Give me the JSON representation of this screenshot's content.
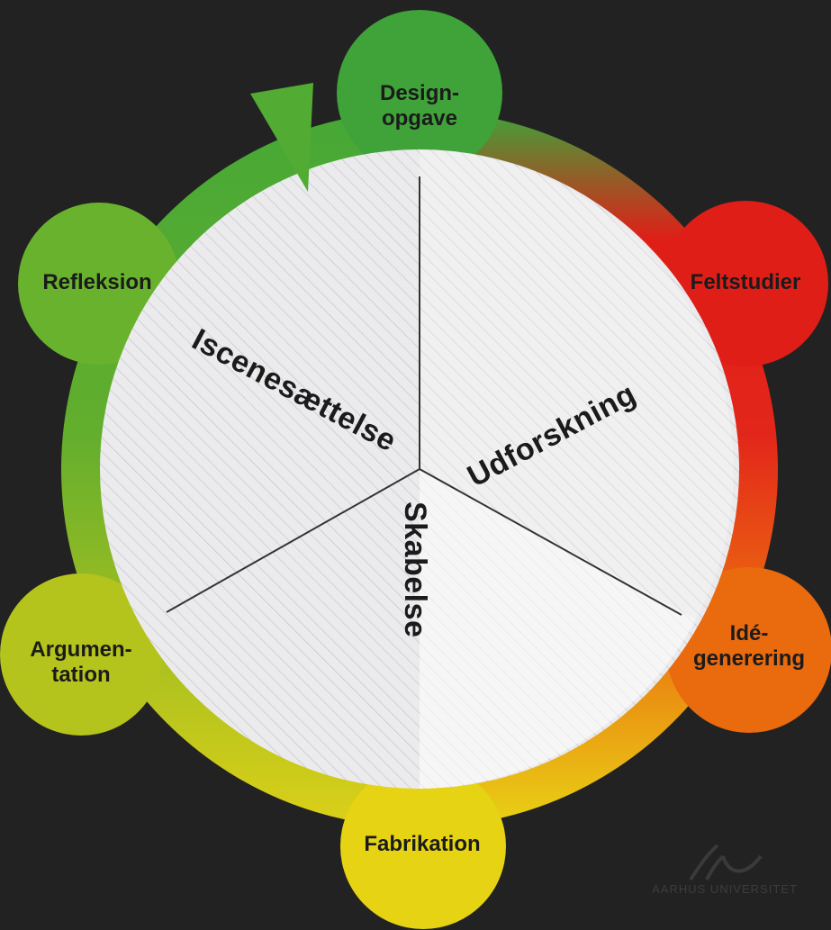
{
  "phases": [
    {
      "lines": [
        "Design-",
        "opgave"
      ],
      "color": "#3fa33a"
    },
    {
      "lines": [
        "Feltstudier"
      ],
      "color": "#e01e18"
    },
    {
      "lines": [
        "Idé-",
        "generering"
      ],
      "color": "#ea6a0e"
    },
    {
      "lines": [
        "Fabrikation"
      ],
      "color": "#e6d414"
    },
    {
      "lines": [
        "Argumen-",
        "tation"
      ],
      "color": "#b5c41c"
    },
    {
      "lines": [
        "Refleksion"
      ],
      "color": "#69b22e"
    }
  ],
  "sectors": {
    "udforskning": "Udforskning",
    "iscenesaettelse": "Iscenesættelse",
    "skabelse": "Skabelse"
  },
  "logo": {
    "name": "university-logo-icon",
    "text": "AARHUS UNIVERSITET"
  },
  "colors": {
    "background": "#222222",
    "inner_fill": "#ebebed",
    "hatch": "#c9c9cc",
    "divider": "#333333"
  }
}
